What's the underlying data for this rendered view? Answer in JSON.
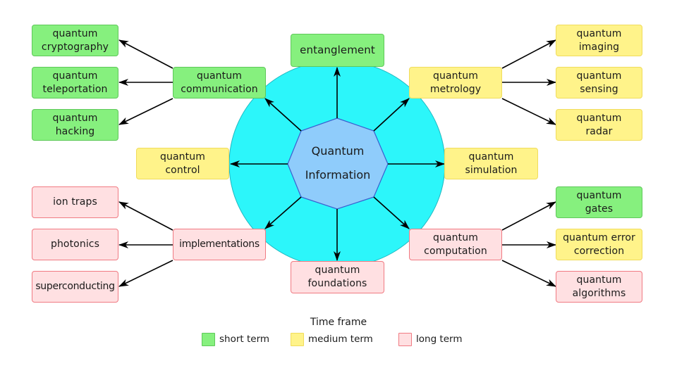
{
  "center": {
    "line1": "Quantum",
    "line2": "Information"
  },
  "colors": {
    "short_term": "#86f07e",
    "medium_term": "#fff38a",
    "long_term": "#ffe0e2",
    "circle": "#2cf6fa",
    "octagon": "#8fccfb"
  },
  "nodes": {
    "entanglement": {
      "label": "entanglement",
      "term": "short"
    },
    "communication": {
      "label": "quantum\ncommunication",
      "term": "short"
    },
    "metrology": {
      "label": "quantum\nmetrology",
      "term": "medium"
    },
    "control": {
      "label": "quantum\ncontrol",
      "term": "medium"
    },
    "simulation": {
      "label": "quantum\nsimulation",
      "term": "medium"
    },
    "implementations": {
      "label": "implementations",
      "term": "long"
    },
    "computation": {
      "label": "quantum\ncomputation",
      "term": "long"
    },
    "foundations": {
      "label": "quantum\nfoundations",
      "term": "long"
    },
    "cryptography": {
      "label": "quantum\ncryptography",
      "term": "short"
    },
    "teleportation": {
      "label": "quantum\nteleportation",
      "term": "short"
    },
    "hacking": {
      "label": "quantum\nhacking",
      "term": "short"
    },
    "imaging": {
      "label": "quantum\nimaging",
      "term": "medium"
    },
    "sensing": {
      "label": "quantum\nsensing",
      "term": "medium"
    },
    "radar": {
      "label": "quantum\nradar",
      "term": "medium"
    },
    "ion_traps": {
      "label": "ion traps",
      "term": "long"
    },
    "photonics": {
      "label": "photonics",
      "term": "long"
    },
    "superconducting": {
      "label": "superconducting",
      "term": "long"
    },
    "gates": {
      "label": "quantum\ngates",
      "term": "short"
    },
    "error_correction": {
      "label": "quantum error\ncorrection",
      "term": "medium"
    },
    "algorithms": {
      "label": "quantum\nalgorithms",
      "term": "long"
    }
  },
  "edges": [
    [
      "center",
      "entanglement"
    ],
    [
      "center",
      "communication"
    ],
    [
      "center",
      "metrology"
    ],
    [
      "center",
      "control"
    ],
    [
      "center",
      "simulation"
    ],
    [
      "center",
      "implementations"
    ],
    [
      "center",
      "computation"
    ],
    [
      "center",
      "foundations"
    ],
    [
      "communication",
      "cryptography"
    ],
    [
      "communication",
      "teleportation"
    ],
    [
      "communication",
      "hacking"
    ],
    [
      "metrology",
      "imaging"
    ],
    [
      "metrology",
      "sensing"
    ],
    [
      "metrology",
      "radar"
    ],
    [
      "implementations",
      "ion_traps"
    ],
    [
      "implementations",
      "photonics"
    ],
    [
      "implementations",
      "superconducting"
    ],
    [
      "computation",
      "gates"
    ],
    [
      "computation",
      "error_correction"
    ],
    [
      "computation",
      "algorithms"
    ]
  ],
  "legend": {
    "title": "Time frame",
    "items": [
      {
        "term": "short",
        "label": "short term"
      },
      {
        "term": "medium",
        "label": "medium term"
      },
      {
        "term": "long",
        "label": "long term"
      }
    ]
  }
}
